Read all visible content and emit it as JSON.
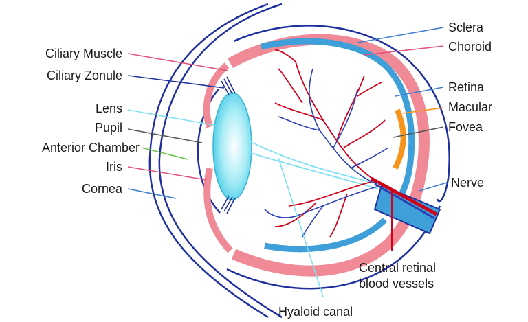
{
  "labels": {
    "ciliary_muscle": "Ciliary Muscle",
    "ciliary_zonule": "Ciliary Zonule",
    "lens": "Lens",
    "pupil": "Pupil",
    "anterior_chamber": "Anterior Chamber",
    "iris": "Iris",
    "cornea": "Cornea",
    "sclera": "Sclera",
    "choroid": "Choroid",
    "retina": "Retina",
    "macular": "Macular",
    "fovea": "Fovea",
    "nerve": "Nerve",
    "central_retinal_line1": "Central retinal",
    "central_retinal_line2": "blood vessels",
    "hyaloid_canal": "Hyaloid canal"
  },
  "colors": {
    "outline": "#1f2f9e",
    "choroid": "#f08a96",
    "retina": "#3f9fd8",
    "lens": "#7fe0f0",
    "macula": "#f7941d",
    "artery": "#d0021b",
    "vein": "#2b3fb5",
    "leader_gray": "#555555",
    "leader_green": "#6cc04a"
  }
}
